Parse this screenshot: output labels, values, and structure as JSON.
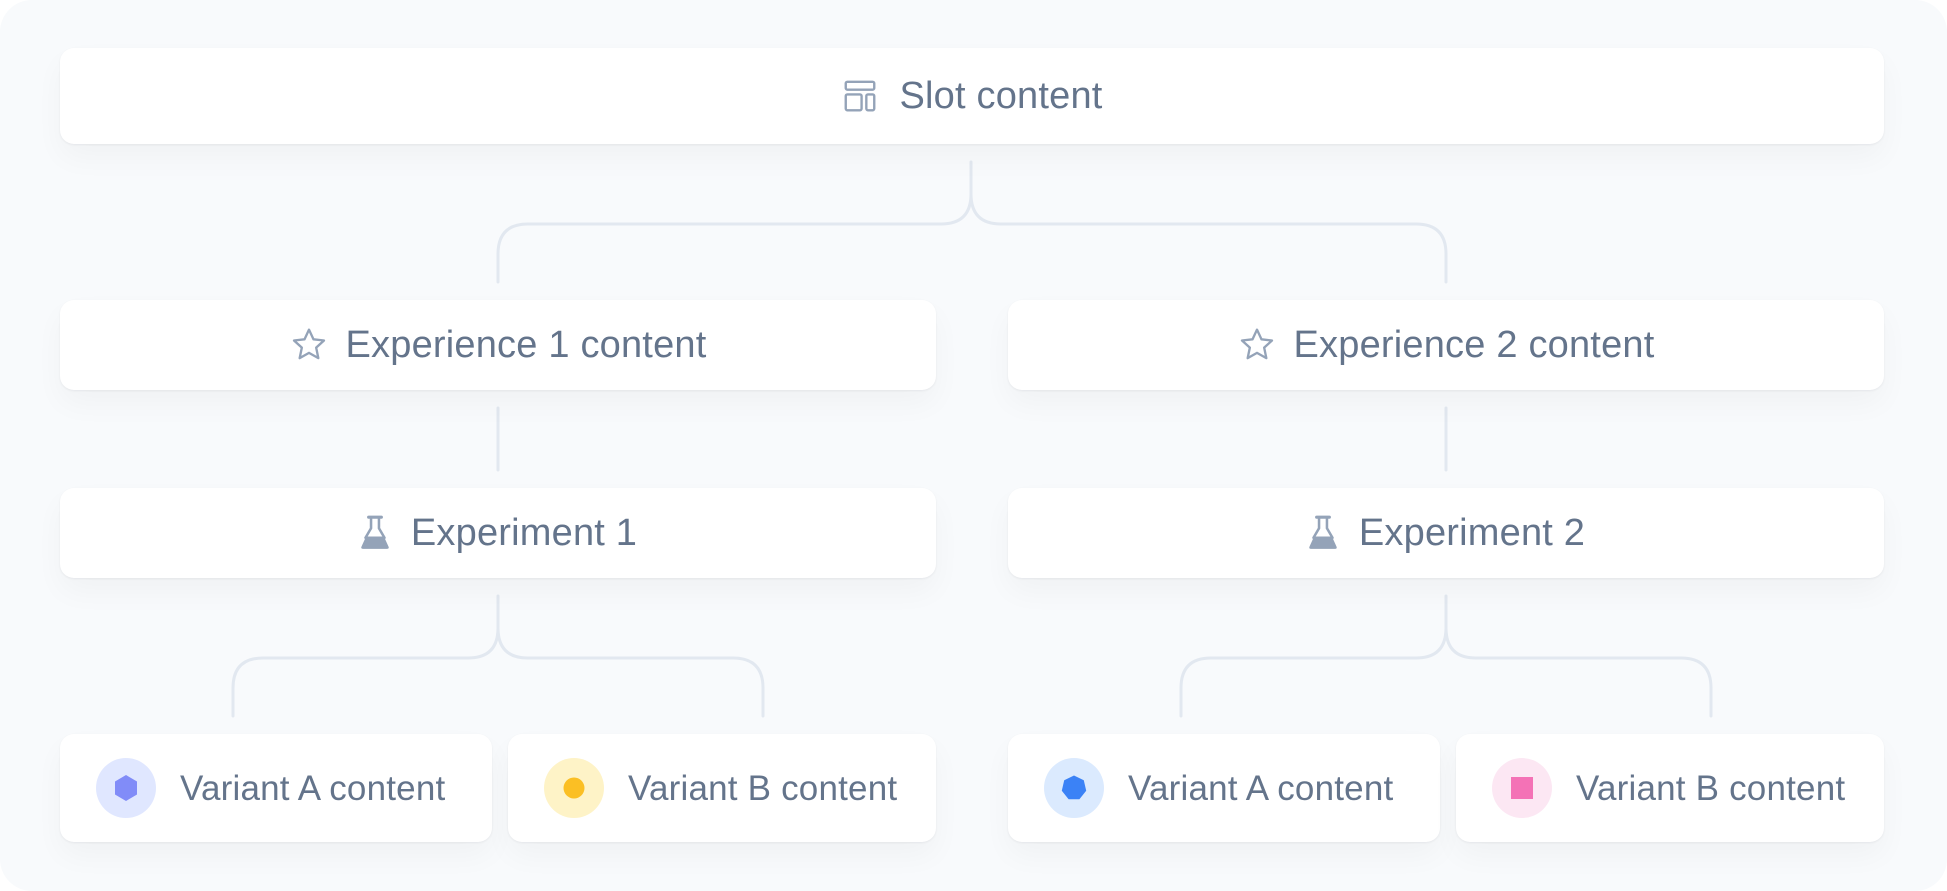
{
  "colors": {
    "background": "#f8fafc",
    "card": "#ffffff",
    "text": "#64748b",
    "icon": "#94a3b8",
    "connector": "#e2e8f0"
  },
  "slot": {
    "label": "Slot content",
    "icon": "layout-icon"
  },
  "experiences": [
    {
      "label": "Experience 1 content",
      "icon": "star-icon",
      "experiment": {
        "label": "Experiment 1",
        "icon": "flask-icon"
      },
      "variants": [
        {
          "label": "Variant A content",
          "icon": "hexagon-icon",
          "badge_bg": "#e0e7ff",
          "shape_color": "#818cf8"
        },
        {
          "label": "Variant B content",
          "icon": "circle-icon",
          "badge_bg": "#fef3c7",
          "shape_color": "#fbbf24"
        }
      ]
    },
    {
      "label": "Experience 2 content",
      "icon": "star-icon",
      "experiment": {
        "label": "Experiment 2",
        "icon": "flask-icon"
      },
      "variants": [
        {
          "label": "Variant A content",
          "icon": "heptagon-icon",
          "badge_bg": "#dbeafe",
          "shape_color": "#3b82f6"
        },
        {
          "label": "Variant B content",
          "icon": "square-icon",
          "badge_bg": "#fce7f3",
          "shape_color": "#f472b6"
        }
      ]
    }
  ]
}
